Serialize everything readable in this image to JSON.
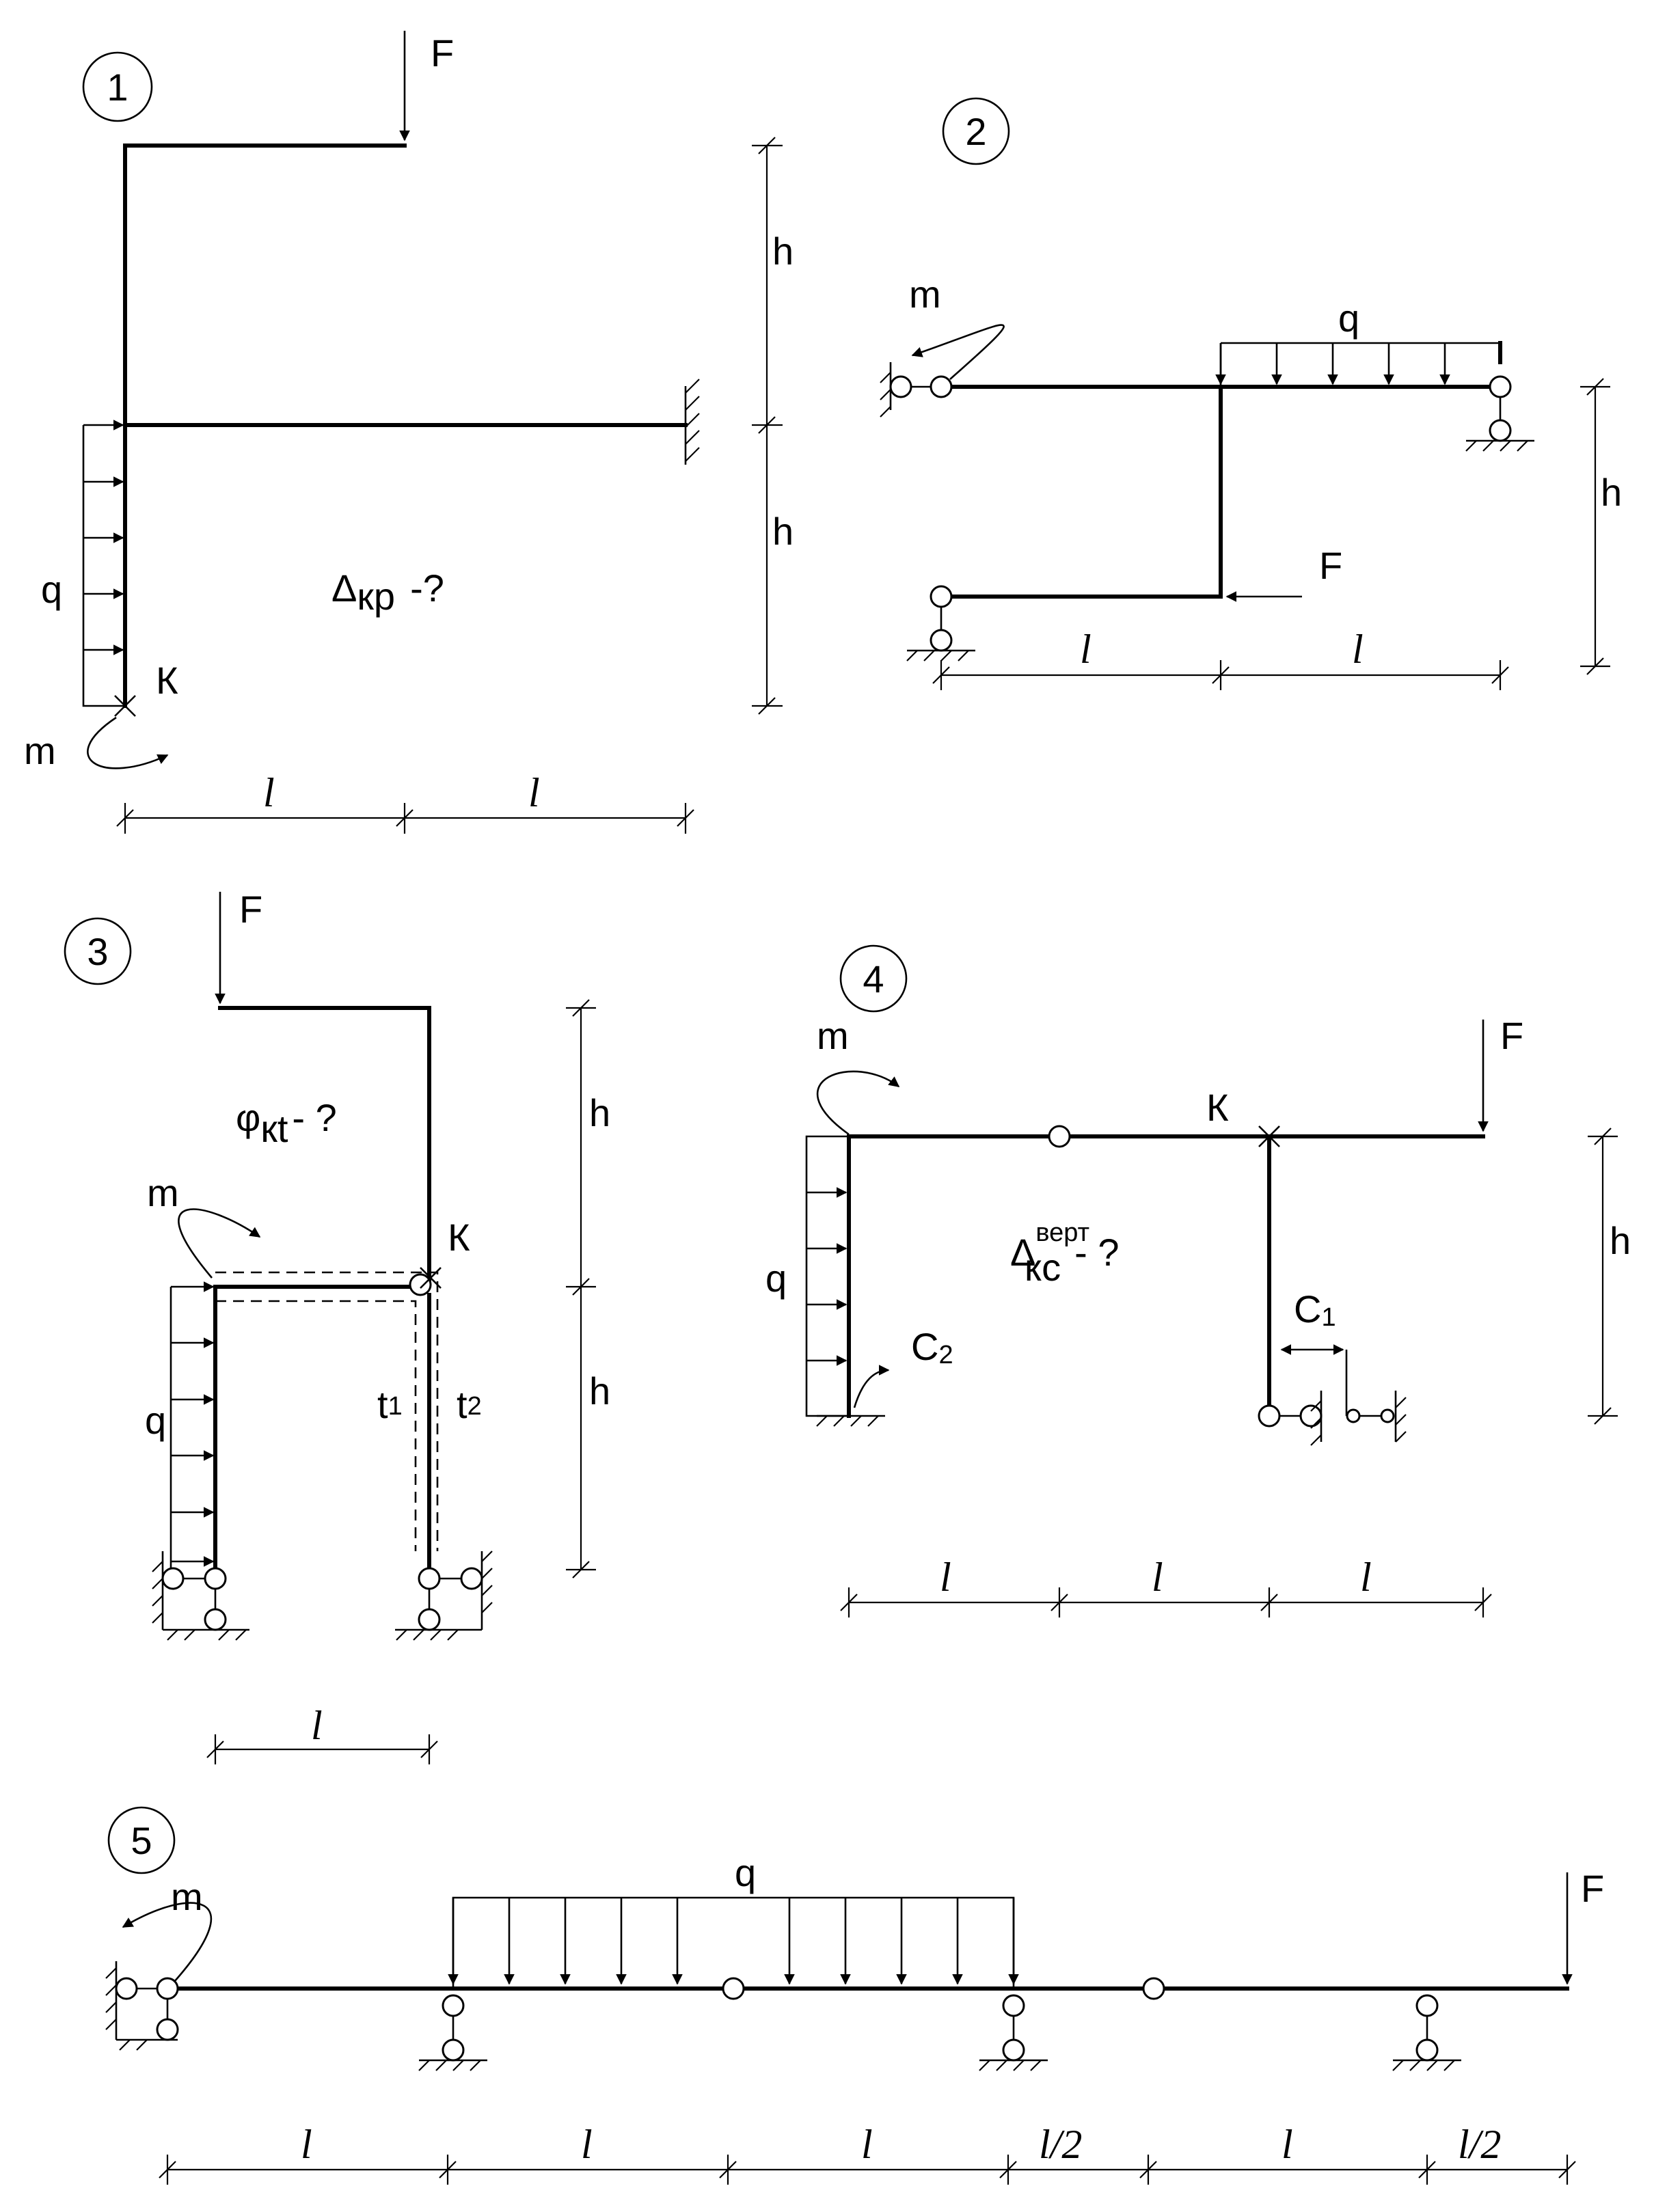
{
  "schemes": [
    {
      "number": "1",
      "question": {
        "main": "Δ",
        "sub": "кр",
        "tail": "-?"
      },
      "point": "К"
    },
    {
      "number": "2"
    },
    {
      "number": "3",
      "question": {
        "main": "φ",
        "sub": "кt",
        "tail": "- ?"
      },
      "point": "К",
      "t1": "t",
      "t1s": "1",
      "t2": "t",
      "t2s": "2"
    },
    {
      "number": "4",
      "question": {
        "main": "Δ",
        "sup": "верт",
        "sub": "кс",
        "tail": "- ?"
      },
      "point": "К",
      "c1": "C",
      "c1s": "1",
      "c2": "C",
      "c2s": "2"
    },
    {
      "number": "5"
    }
  ],
  "symbols": {
    "force": "F",
    "moment": "m",
    "load": "q",
    "height": "h",
    "length": "l",
    "half": "l/2"
  }
}
